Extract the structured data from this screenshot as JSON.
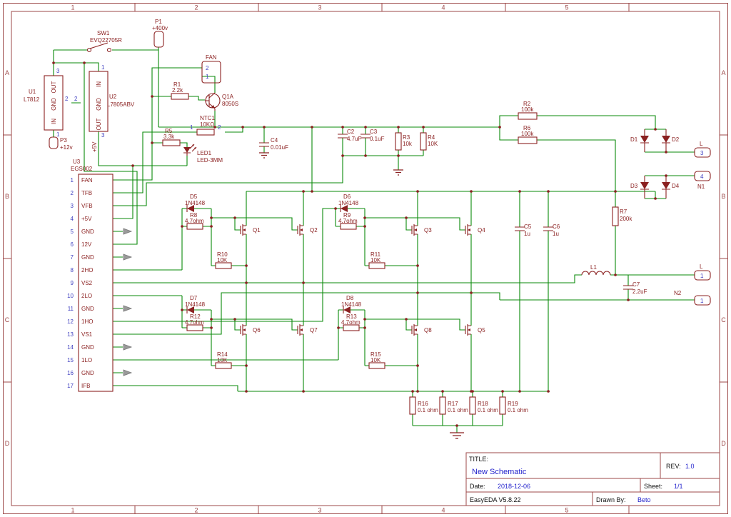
{
  "frame": {
    "cols": [
      "1",
      "2",
      "3",
      "4",
      "5"
    ],
    "rows": [
      "A",
      "B",
      "C",
      "D"
    ]
  },
  "title_block": {
    "title_label": "TITLE:",
    "title": "New Schematic",
    "rev_label": "REV:",
    "rev": "1.0",
    "date_label": "Date:",
    "date": "2018-12-06",
    "sheet_label": "Sheet:",
    "sheet": "1/1",
    "tool": "EasyEDA V5.8.22",
    "drawn_label": "Drawn By:",
    "drawn": "Beto"
  },
  "parts": {
    "u1": {
      "ref": "U1",
      "value": "L7812",
      "pin_out": "OUT",
      "pin_gnd": "GND",
      "pin_in": "IN",
      "n_out": "3",
      "n_gnd": "2",
      "n_in": "1"
    },
    "u2": {
      "ref": "U2",
      "value": "L7805ABV",
      "pin_in": "IN",
      "pin_gnd": "GND",
      "pin_out": "OUT",
      "n_in": "1",
      "n_gnd": "2",
      "n_out": "3"
    },
    "u3": {
      "ref": "U3",
      "value": "EGS002",
      "pins": [
        {
          "n": "1",
          "name": "FAN"
        },
        {
          "n": "2",
          "name": "TFB"
        },
        {
          "n": "3",
          "name": "VFB"
        },
        {
          "n": "4",
          "name": "+5V"
        },
        {
          "n": "5",
          "name": "GND"
        },
        {
          "n": "6",
          "name": "12V"
        },
        {
          "n": "7",
          "name": "GND"
        },
        {
          "n": "8",
          "name": "2HO"
        },
        {
          "n": "9",
          "name": "VS2"
        },
        {
          "n": "10",
          "name": "2LO"
        },
        {
          "n": "11",
          "name": "GND"
        },
        {
          "n": "12",
          "name": "1HO"
        },
        {
          "n": "13",
          "name": "VS1"
        },
        {
          "n": "14",
          "name": "GND"
        },
        {
          "n": "15",
          "name": "1LO"
        },
        {
          "n": "16",
          "name": "GND"
        },
        {
          "n": "17",
          "name": "IFB"
        }
      ]
    },
    "sw1": {
      "ref": "SW1",
      "value": "EVQ22705R"
    },
    "p1": {
      "ref": "P1",
      "value": "+400v"
    },
    "p3": {
      "ref": "P3",
      "value": "+12v"
    },
    "fan": {
      "ref": "FAN",
      "n1": "1",
      "n2": "2"
    },
    "q1a": {
      "ref": "Q1A",
      "value": "8050S"
    },
    "ntc1": {
      "ref": "NTC1",
      "value": "10KΩ",
      "n1": "1",
      "n2": "2"
    },
    "led1": {
      "ref": "LED1",
      "value": "LED-3MM"
    },
    "net_5v": "+5V",
    "r1": {
      "ref": "R1",
      "value": "2.2k"
    },
    "r2": {
      "ref": "R2",
      "value": "100k"
    },
    "r3": {
      "ref": "R3",
      "value": "10k"
    },
    "r4": {
      "ref": "R4",
      "value": "10K"
    },
    "r5": {
      "ref": "R5",
      "value": "3.3k"
    },
    "r6": {
      "ref": "R6",
      "value": "100k"
    },
    "r7": {
      "ref": "R7",
      "value": "200k"
    },
    "r8": {
      "ref": "R8",
      "value": "4.7ohm"
    },
    "r9": {
      "ref": "R9",
      "value": "4.7ohm"
    },
    "r10": {
      "ref": "R10",
      "value": "10K"
    },
    "r11": {
      "ref": "R11",
      "value": "10K"
    },
    "r12": {
      "ref": "R12",
      "value": "4.7ohm"
    },
    "r13": {
      "ref": "R13",
      "value": "4.7ohm"
    },
    "r14": {
      "ref": "R14",
      "value": "10K"
    },
    "r15": {
      "ref": "R15",
      "value": "10K"
    },
    "r16": {
      "ref": "R16",
      "value": "0.1 ohm"
    },
    "r17": {
      "ref": "R17",
      "value": "0.1 ohm"
    },
    "r18": {
      "ref": "R18",
      "value": "0.1 ohm"
    },
    "r19": {
      "ref": "R19",
      "value": "0.1 ohm"
    },
    "c2": {
      "ref": "C2",
      "value": "4.7uF"
    },
    "c3": {
      "ref": "C3",
      "value": "0.1uF"
    },
    "c4": {
      "ref": "C4",
      "value": "0.01uF"
    },
    "c5": {
      "ref": "C5",
      "value": "1u"
    },
    "c6": {
      "ref": "C6",
      "value": "1u"
    },
    "c7": {
      "ref": "C7",
      "value": "2.2uF"
    },
    "d1": {
      "ref": "D1"
    },
    "d2": {
      "ref": "D2"
    },
    "d3": {
      "ref": "D3"
    },
    "d4": {
      "ref": "D4"
    },
    "d5": {
      "ref": "D5",
      "value": "1N4148"
    },
    "d6": {
      "ref": "D6",
      "value": "1N4148"
    },
    "d7": {
      "ref": "D7",
      "value": "1N4148"
    },
    "d8": {
      "ref": "D8",
      "value": "1N4148"
    },
    "q1": {
      "ref": "Q1"
    },
    "q2": {
      "ref": "Q2"
    },
    "q3": {
      "ref": "Q3"
    },
    "q4": {
      "ref": "Q4"
    },
    "q5": {
      "ref": "Q5"
    },
    "q6": {
      "ref": "Q6"
    },
    "q7": {
      "ref": "Q7"
    },
    "q8": {
      "ref": "Q8"
    },
    "l1": {
      "ref": "L1"
    },
    "conn_l_top": {
      "label": "L",
      "pin": "3"
    },
    "conn_n1": {
      "label": "N1",
      "pin": "4"
    },
    "conn_l_mid": {
      "label": "L",
      "pin": "1"
    },
    "conn_n2": {
      "label": "N2",
      "pin": "1"
    }
  }
}
